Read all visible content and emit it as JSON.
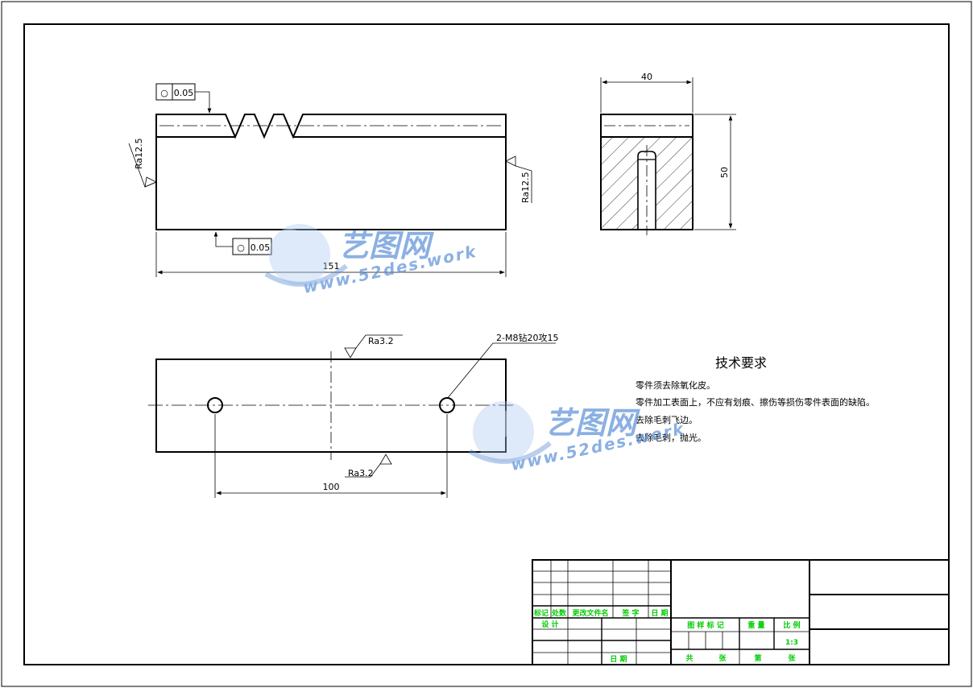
{
  "front_view": {
    "tolerance_top": {
      "symbol": "○",
      "value": "0.05"
    },
    "tolerance_bottom": {
      "symbol": "○",
      "value": "0.05"
    },
    "roughness_left": "Ra12.5",
    "roughness_right": "Ra12.5",
    "dim_length": "151"
  },
  "side_view": {
    "dim_width": "40",
    "dim_height": "50"
  },
  "top_view": {
    "roughness_top": "Ra3.2",
    "roughness_bottom": "Ra3.2",
    "hole_callout": "2-M8钻20攻15",
    "dim_spacing": "100"
  },
  "tech_requirements": {
    "title": "技术要求",
    "items": [
      "零件须去除氧化皮。",
      "零件加工表面上，不应有划痕、擦伤等损伤零件表面的缺陷。",
      "去除毛刺飞边。",
      "去除毛刺，抛光。"
    ]
  },
  "watermark": {
    "brand": "艺图网",
    "url": "www.52des.work"
  },
  "title_block": {
    "rev_headers": [
      "标记",
      "处数",
      "更改文件名",
      "签 字",
      "日 期"
    ],
    "design_label": "设 计",
    "date_label": "日 期",
    "stage_label": "图 样 标 记",
    "weight_label": "重 量",
    "scale_label": "比 例",
    "scale_value": "1:3",
    "sheets_total_label": "共",
    "sheet_unit_a": "张",
    "sheet_label": "第",
    "sheet_unit_b": "张"
  },
  "colors": {
    "line": "#000000",
    "title_text": "#00cc00",
    "watermark": "#5b8fd6"
  }
}
